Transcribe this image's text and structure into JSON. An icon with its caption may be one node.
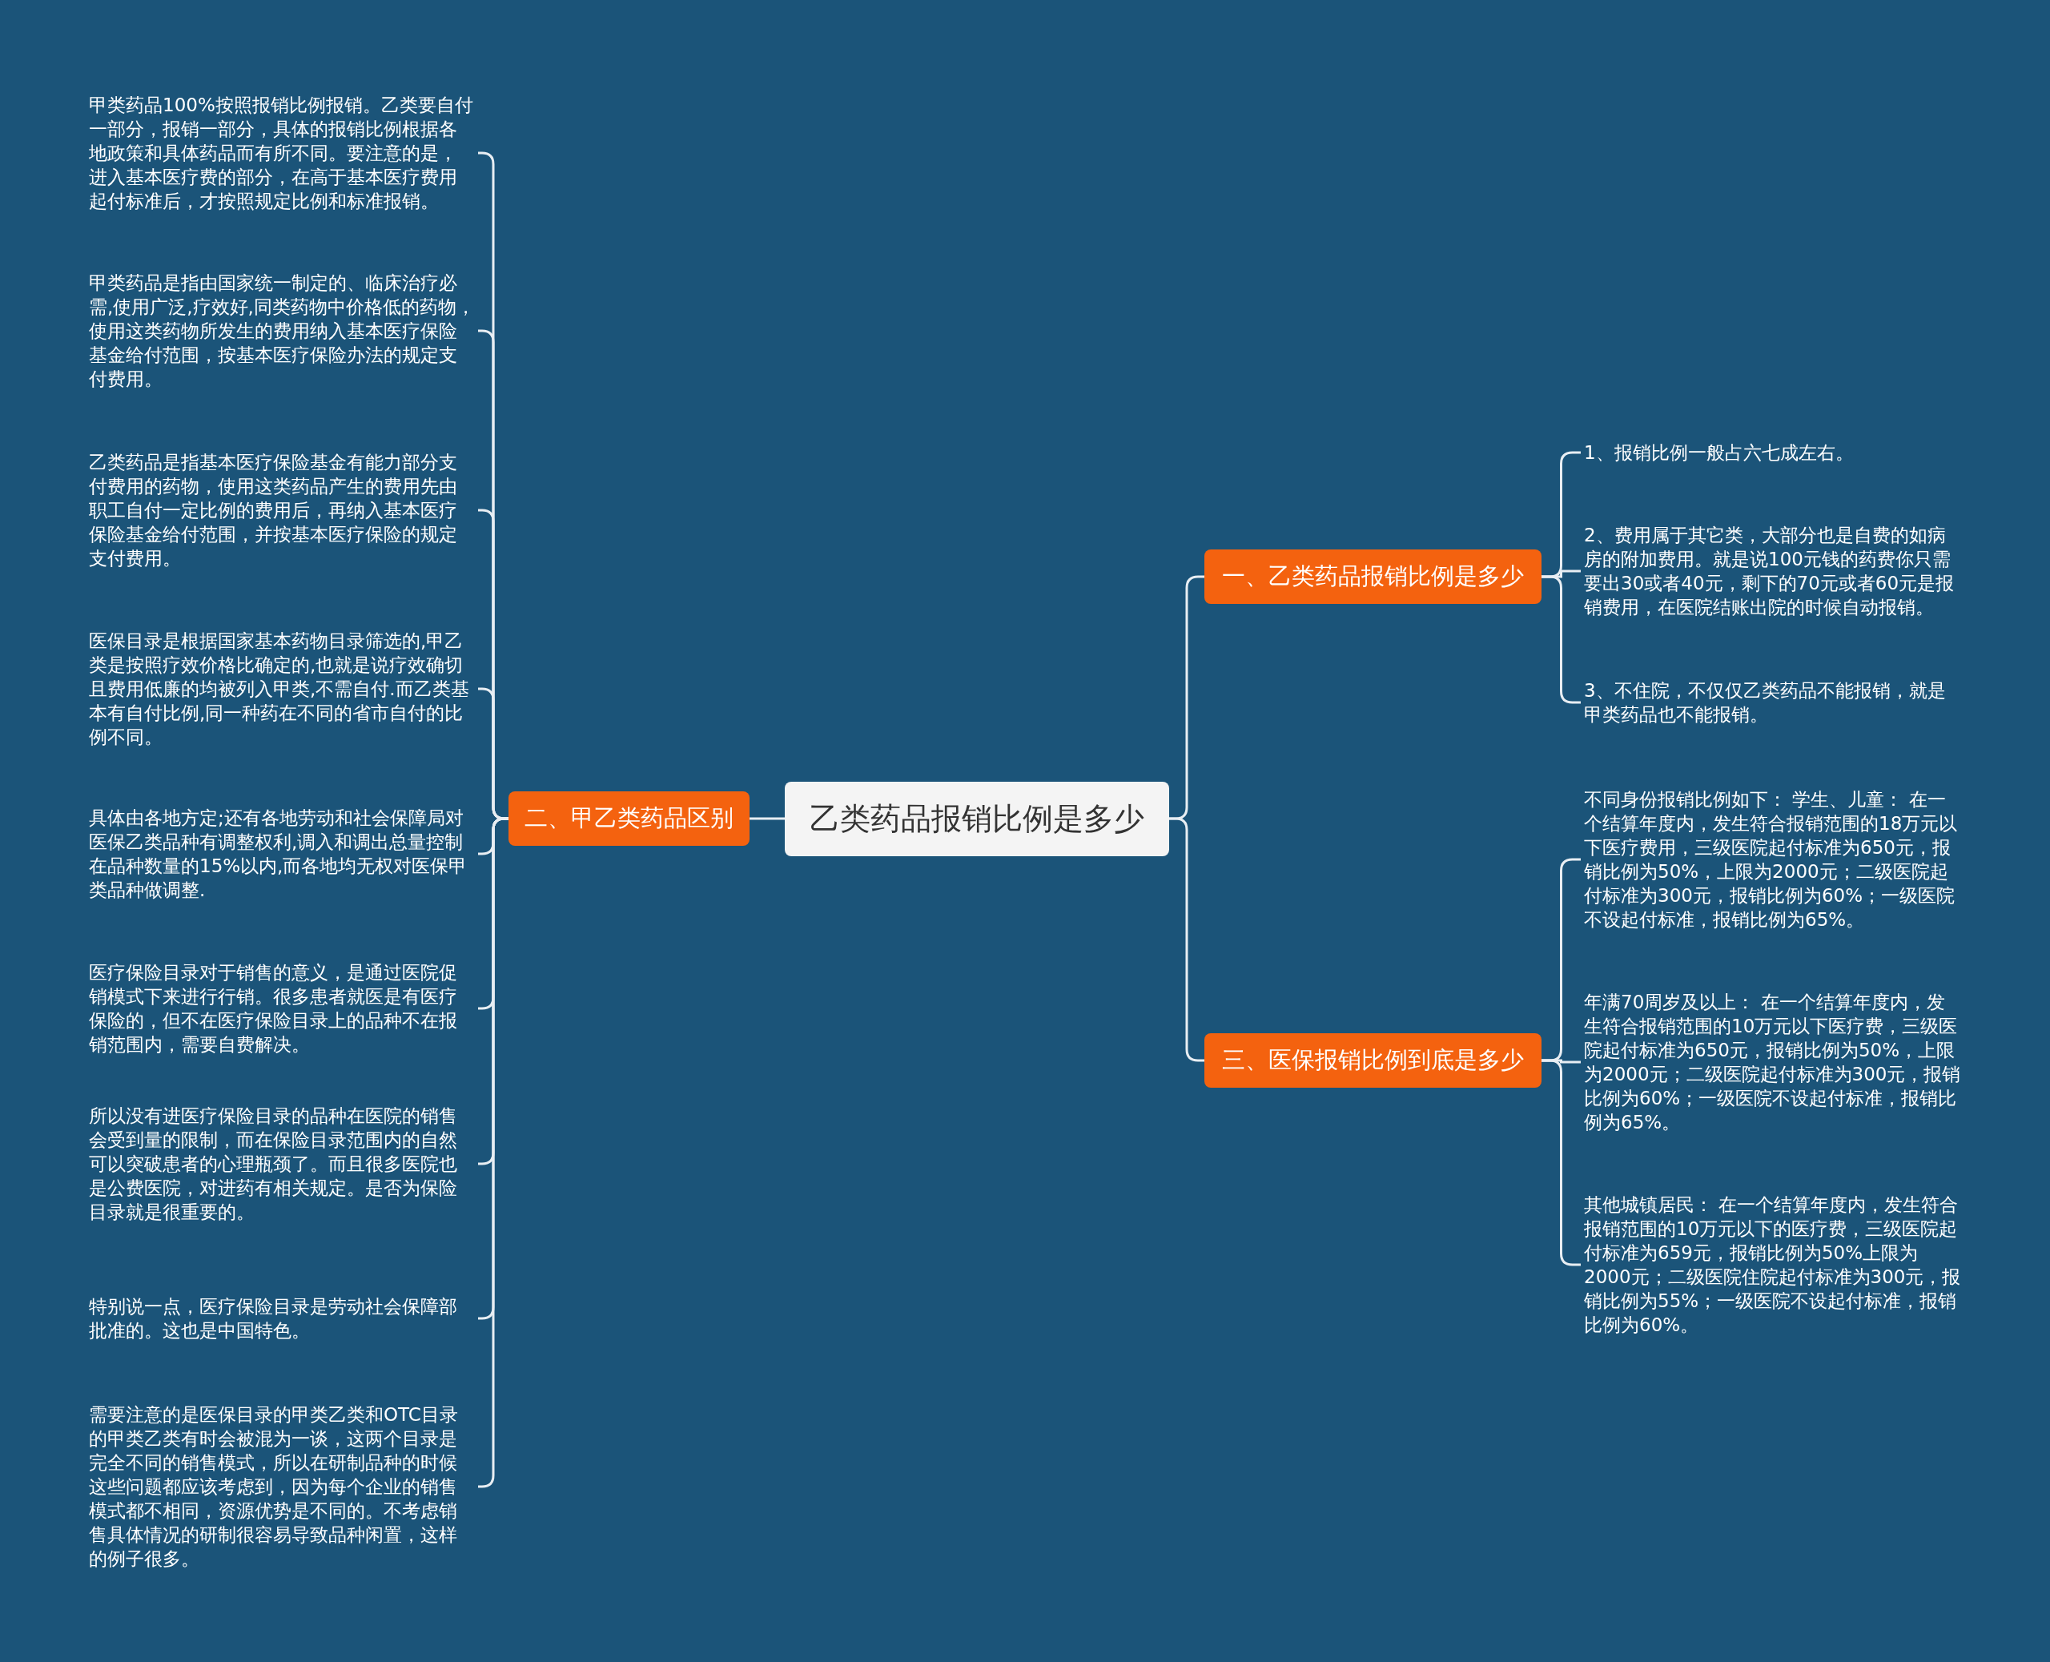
{
  "diagram": {
    "nodes": [
      {
        "text": [
          "乙类药品报销比例是多少"
        ]
      },
      {
        "text": [
          "一、乙类药品报销比例是多少"
        ]
      },
      {
        "text": [
          "1、报销比例一般占六七成左右。"
        ]
      },
      {
        "text": [
          "2、费用属于其它类，大部分也是自费的如病房的附加费用。就是说100元钱的药费你只需要出30或者40元，剩下的70元或者60元是报销费用，在医院结账出院的时候自动报销。"
        ]
      },
      {
        "text": [
          "3、不住院，不仅仅乙类药品不能报销，就是甲类药品也不能报销。"
        ]
      },
      {
        "text": [
          "二、甲乙类药品区别"
        ]
      },
      {
        "text": [
          "甲类药品100%按照报销比例报销。乙类要自付一部分，报销一部分，具体的报销比例根据各地政策和具体药品而有所不同。要注意的是，进入基本医疗费的部分，在高于基本医疗费用起付标准后，才按照规定比例和标准报销。"
        ]
      },
      {
        "text": [
          "甲类药品是指由国家统一制定的、临床治疗必需,使用广泛,疗效好,同类药物中价格低的药物，使用这类药物所发生的费用纳入基本医疗保险基金给付范围，按基本医疗保险办法的规定支付费用。"
        ]
      },
      {
        "text": [
          "乙类药品是指基本医疗保险基金有能力部分支付费用的药物，使用这类药品产生的费用先由职工自付一定比例的费用后，再纳入基本医疗保险基金给付范围，并按基本医疗保险的规定支付费用。"
        ]
      },
      {
        "text": [
          "医保目录是根据国家基本药物目录筛选的,甲乙类是按照疗效价格比确定的,也就是说疗效确切且费用低廉的均被列入甲类,不需自付.而乙类基本有自付比例,同一种药在不同的省市自付的比例不同。"
        ]
      },
      {
        "text": [
          "具体由各地方定;还有各地劳动和社会保障局对医保乙类品种有调整权利,调入和调出总量控制在品种数量的15%以内,而各地均无权对医保甲类品种做调整."
        ]
      },
      {
        "text": [
          "医疗保险目录对于销售的意义，是通过医院促销模式下来进行行销。很多患者就医是有医疗保险的，但不在医疗保险目录上的品种不在报销范围内，需要自费解决。"
        ]
      },
      {
        "text": [
          "所以没有进医疗保险目录的品种在医院的销售会受到量的限制，而在保险目录范围内的自然可以突破患者的心理瓶颈了。而且很多医院也是公费医院，对进药有相关规定。是否为保险目录就是很重要的。"
        ]
      },
      {
        "text": [
          "特别说一点，医疗保险目录是劳动社会保障部批准的。这也是中国特色。"
        ]
      },
      {
        "text": [
          "需要注意的是医保目录的甲类乙类和OTC目录的甲类乙类有时会被混为一谈，这两个目录是完全不同的销售模式，所以在研制品种的时候这些问题都应该考虑到，因为每个企业的销售模式都不相同，资源优势是不同的。不考虑销售具体情况的研制很容易导致品种闲置，这样的例子很多。"
        ]
      },
      {
        "text": [
          "三、医保报销比例到底是多少"
        ]
      },
      {
        "text": [
          "不同身份报销比例如下： 学生、儿童： 在一个结算年度内，发生符合报销范围的18万元以下医疗费用，三级医院起付标准为650元，报销比例为50%，上限为2000元；二级医院起付标准为300元，报销比例为60%；一级医院不设起付标准，报销比例为65%。"
        ]
      },
      {
        "text": [
          "年满70周岁及以上： 在一个结算年度内，发生符合报销范围的10万元以下医疗费，三级医院起付标准为650元，报销比例为50%，上限为2000元；二级医院起付标准为300元，报销比例为60%；一级医院不设起付标准，报销比例为65%。"
        ]
      },
      {
        "text": [
          "其他城镇居民： 在一个结算年度内，发生符合报销范围的10万元以下的医疗费，三级医院起付标准为659元，报销比例为50%上限为2000元；二级医院住院起付标准为300元，报销比例为55%；一级医院不设起付标准，报销比例为60%。"
        ]
      }
    ],
    "edges": [
      {
        "from": 0,
        "to": 1,
        "arrow": "none"
      },
      {
        "from": 1,
        "to": 2,
        "arrow": "none"
      },
      {
        "from": 1,
        "to": 3,
        "arrow": "none"
      },
      {
        "from": 1,
        "to": 4,
        "arrow": "none"
      },
      {
        "from": 0,
        "to": 5,
        "arrow": "none"
      },
      {
        "from": 5,
        "to": 6,
        "arrow": "none"
      },
      {
        "from": 5,
        "to": 7,
        "arrow": "none"
      },
      {
        "from": 5,
        "to": 8,
        "arrow": "none"
      },
      {
        "from": 5,
        "to": 9,
        "arrow": "none"
      },
      {
        "from": 5,
        "to": 10,
        "arrow": "none"
      },
      {
        "from": 5,
        "to": 11,
        "arrow": "none"
      },
      {
        "from": 5,
        "to": 12,
        "arrow": "none"
      },
      {
        "from": 5,
        "to": 13,
        "arrow": "none"
      },
      {
        "from": 5,
        "to": 14,
        "arrow": "none"
      },
      {
        "from": 0,
        "to": 15,
        "arrow": "none"
      },
      {
        "from": 15,
        "to": 16,
        "arrow": "none"
      },
      {
        "from": 15,
        "to": 17,
        "arrow": "none"
      },
      {
        "from": 15,
        "to": 18,
        "arrow": "none"
      }
    ]
  }
}
